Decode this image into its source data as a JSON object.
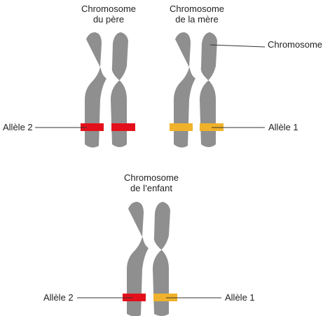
{
  "titles": {
    "father_line1": "Chromosome",
    "father_line2": "du père",
    "mother_line1": "Chromosome",
    "mother_line2": "de la mère",
    "child_line1": "Chromosome",
    "child_line2": "de l’enfant"
  },
  "labels": {
    "chromosome": "Chromosome",
    "father_allele": "Allèle 2",
    "mother_allele": "Allèle 1",
    "child_allele_left": "Allèle 2",
    "child_allele_right": "Allèle 1"
  },
  "colors": {
    "chromosome": "#8f8f8f",
    "allele_red": "#e3101b",
    "allele_yellow": "#f0b22a",
    "line": "#333333"
  }
}
